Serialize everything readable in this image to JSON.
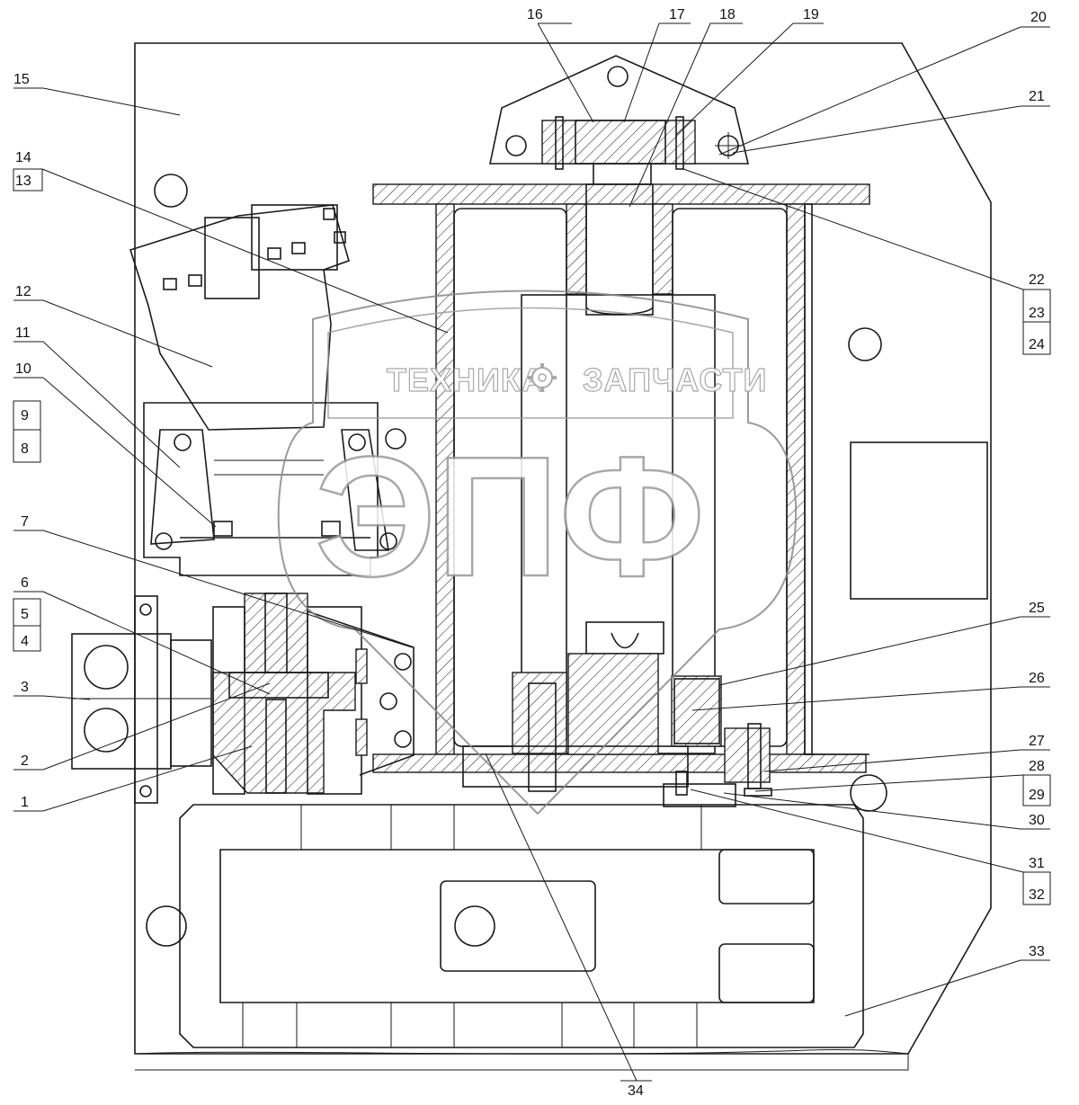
{
  "watermark": {
    "line1_left": "ТЕХНИКА",
    "line1_right": "ЗАПЧАСТИ",
    "logo": "ЭПФ"
  },
  "callouts": [
    "1",
    "2",
    "3",
    "4",
    "5",
    "6",
    "7",
    "8",
    "9",
    "10",
    "11",
    "12",
    "13",
    "14",
    "15",
    "16",
    "17",
    "18",
    "19",
    "20",
    "21",
    "22",
    "23",
    "24",
    "25",
    "26",
    "27",
    "28",
    "29",
    "30",
    "31",
    "32",
    "33",
    "34"
  ],
  "gear_icon": "gear-icon"
}
